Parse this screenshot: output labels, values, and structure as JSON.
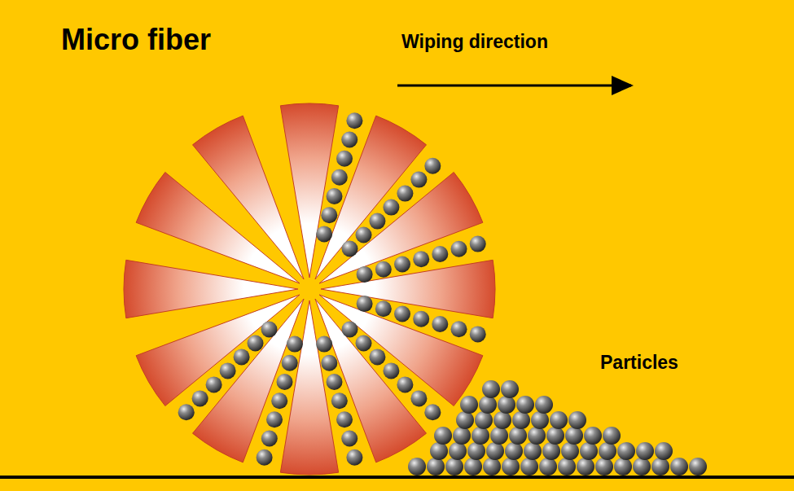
{
  "diagram": {
    "title": "Micro fiber",
    "labels": [
      "Wiping direction",
      "Particles"
    ]
  }
}
